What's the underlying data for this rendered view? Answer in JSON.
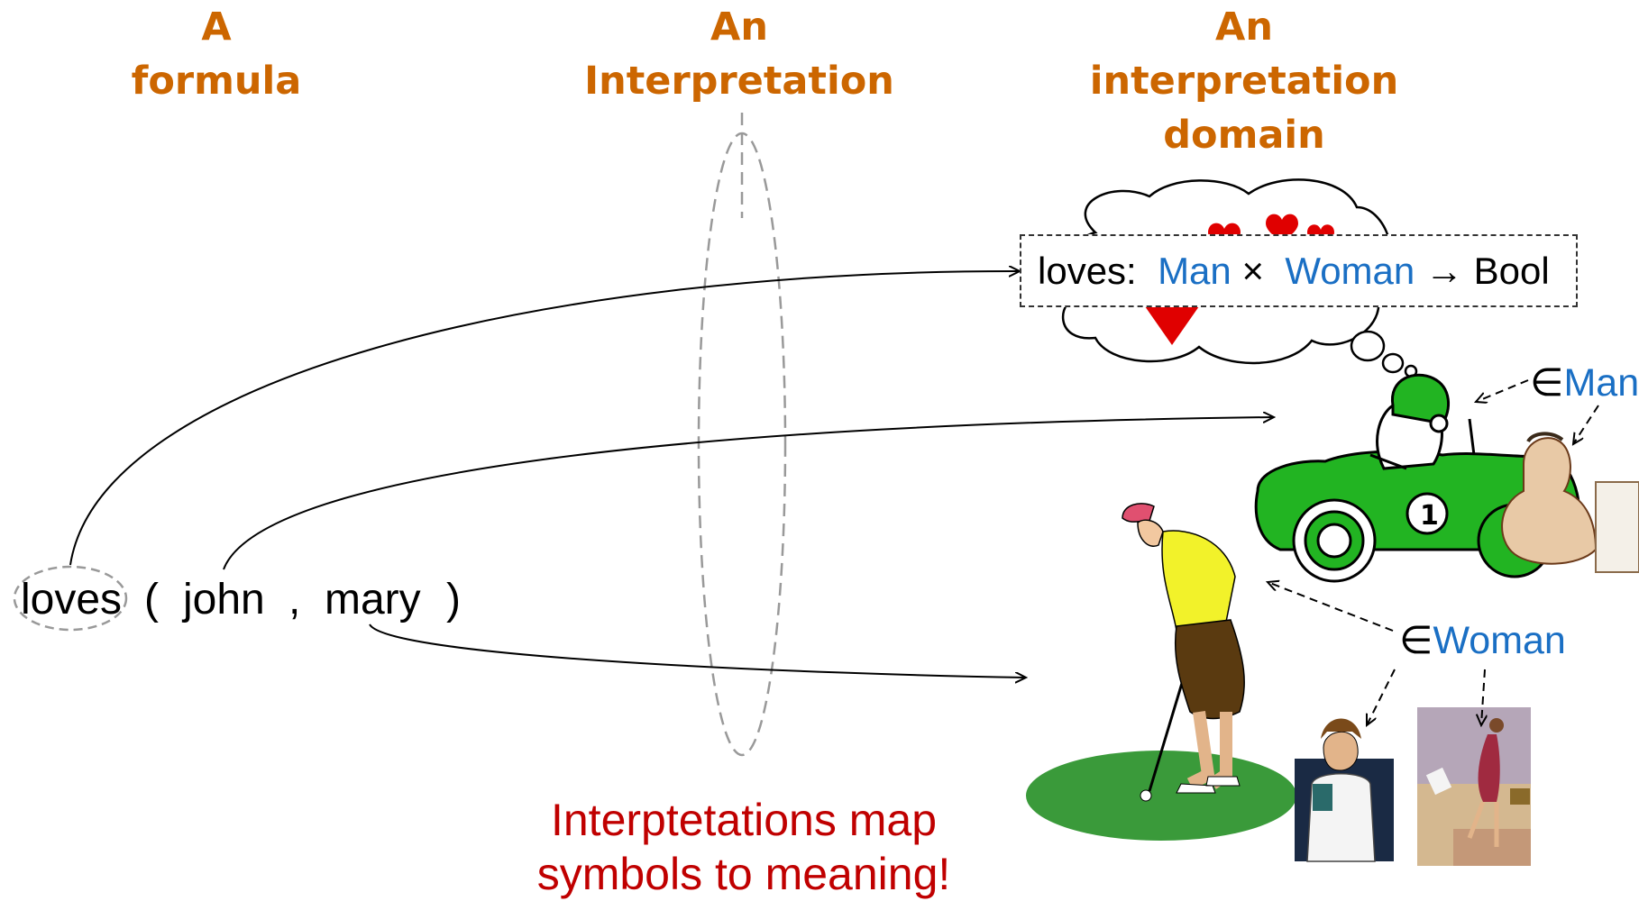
{
  "headers": {
    "formula": [
      "A",
      "formula"
    ],
    "interpretation": [
      "An",
      "Interpretation"
    ],
    "domain": [
      "An",
      "interpretation",
      "domain"
    ]
  },
  "formula": {
    "predicate": "loves",
    "open_paren": "(",
    "arg1": "john",
    "comma": ",",
    "arg2": "mary",
    "close_paren": ")"
  },
  "signature": {
    "name": "loves:",
    "type1": "Man",
    "times": "×",
    "type2": "Woman",
    "arrow": "→",
    "result": "Bool"
  },
  "membership": {
    "man": {
      "symbol": "∈",
      "label": "Man"
    },
    "woman": {
      "symbol": "∈",
      "label": "Woman"
    }
  },
  "caption": [
    "Interptetations map",
    "symbols to meaning!"
  ],
  "colors": {
    "header": "#CC6600",
    "type_names": "#1A6FC4",
    "caption": "#C00000",
    "car": "#22B422",
    "hearts": "#E00000",
    "green_patch": "#3A9A3A"
  },
  "icons": [
    "thought-cloud",
    "hearts-icon",
    "race-car-driver",
    "businessman",
    "golfer-woman",
    "doctor-woman",
    "walking-woman"
  ]
}
